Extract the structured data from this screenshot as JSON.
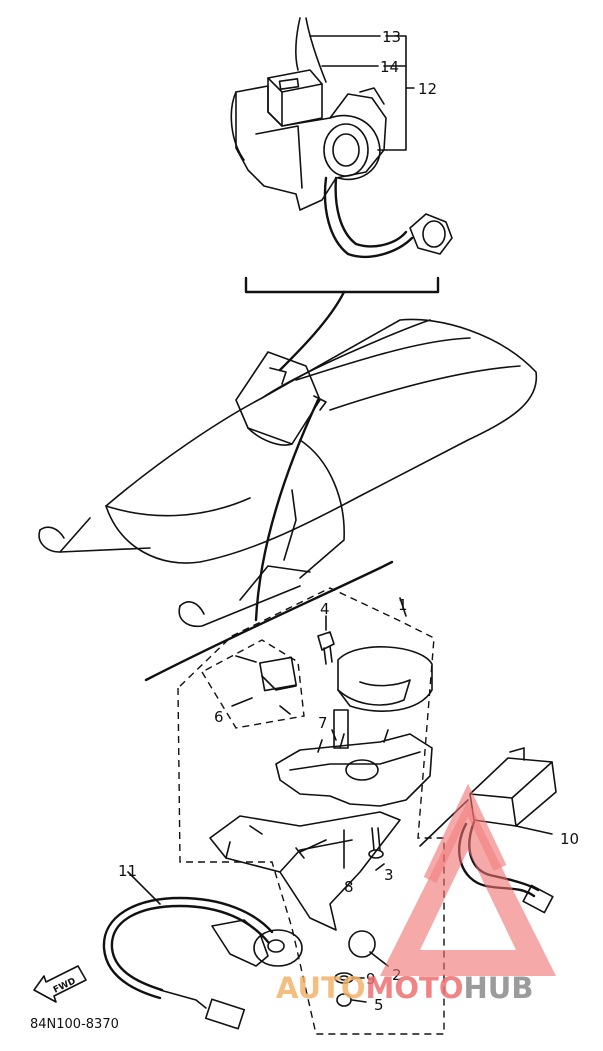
{
  "callouts": {
    "c1": "1",
    "c2": "2",
    "c3": "3",
    "c4": "4",
    "c5": "5",
    "c6": "6",
    "c7": "7",
    "c8": "8",
    "c9": "9",
    "c10": "10",
    "c11": "11",
    "c12": "12",
    "c13": "13",
    "c14": "14"
  },
  "diagram_code": "84N100-8370",
  "fwd_label": "FWD",
  "watermark": {
    "part1": "AUTO",
    "part2": "MOTO",
    "part3": "HUB",
    "colors": {
      "auto": "#f2b36a",
      "moto": "#ef6f6f",
      "hub": "#8a8a8a",
      "triangle": "#ef6f6f"
    }
  }
}
